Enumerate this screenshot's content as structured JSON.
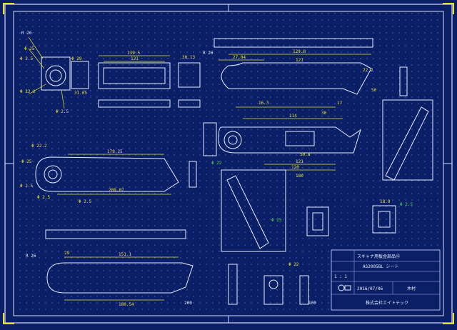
{
  "title_block": {
    "drawing_title": "スキャナ用板金部品⑫",
    "drawing_number": "AS2005BL シート",
    "scale": "1 : 1",
    "date": "2016/07/06",
    "drawn_by": "木村",
    "company": "株式会社エイトテック"
  },
  "dims": {
    "a1": "R 26",
    "a2": "Φ 25",
    "a3": "Φ 2.5",
    "a4": "31.05",
    "a5": "Φ 22.2",
    "a6": "Φ 2.5",
    "a7": "Φ 29",
    "b1": "139.5",
    "b2": "121",
    "b3": "30.13",
    "b4": "R 26",
    "c1": "27.84",
    "c2": "129.8",
    "c3": "121",
    "c4": "50",
    "c5": "16.3",
    "c6": "17",
    "c7": "22.2",
    "d1": "114",
    "d2": "30",
    "d3": "120",
    "d4": "50.8",
    "d5": "121",
    "d6": "180",
    "e1": "Φ 22.2",
    "e2": "Φ 25",
    "e3": "Φ 2.5",
    "e4": "Φ 2.5",
    "e5": "Φ 2.5",
    "e6": "179.25",
    "e7": "209.07",
    "f1": "Φ 25",
    "f2": "Φ 22",
    "g1": "R 26",
    "g2": "29",
    "g3": "151.1",
    "g4": "180.54",
    "g5": "Φ 22",
    "h1": "Φ 2.5",
    "h2": "18.9",
    "i1": "200",
    "i2": "100"
  }
}
